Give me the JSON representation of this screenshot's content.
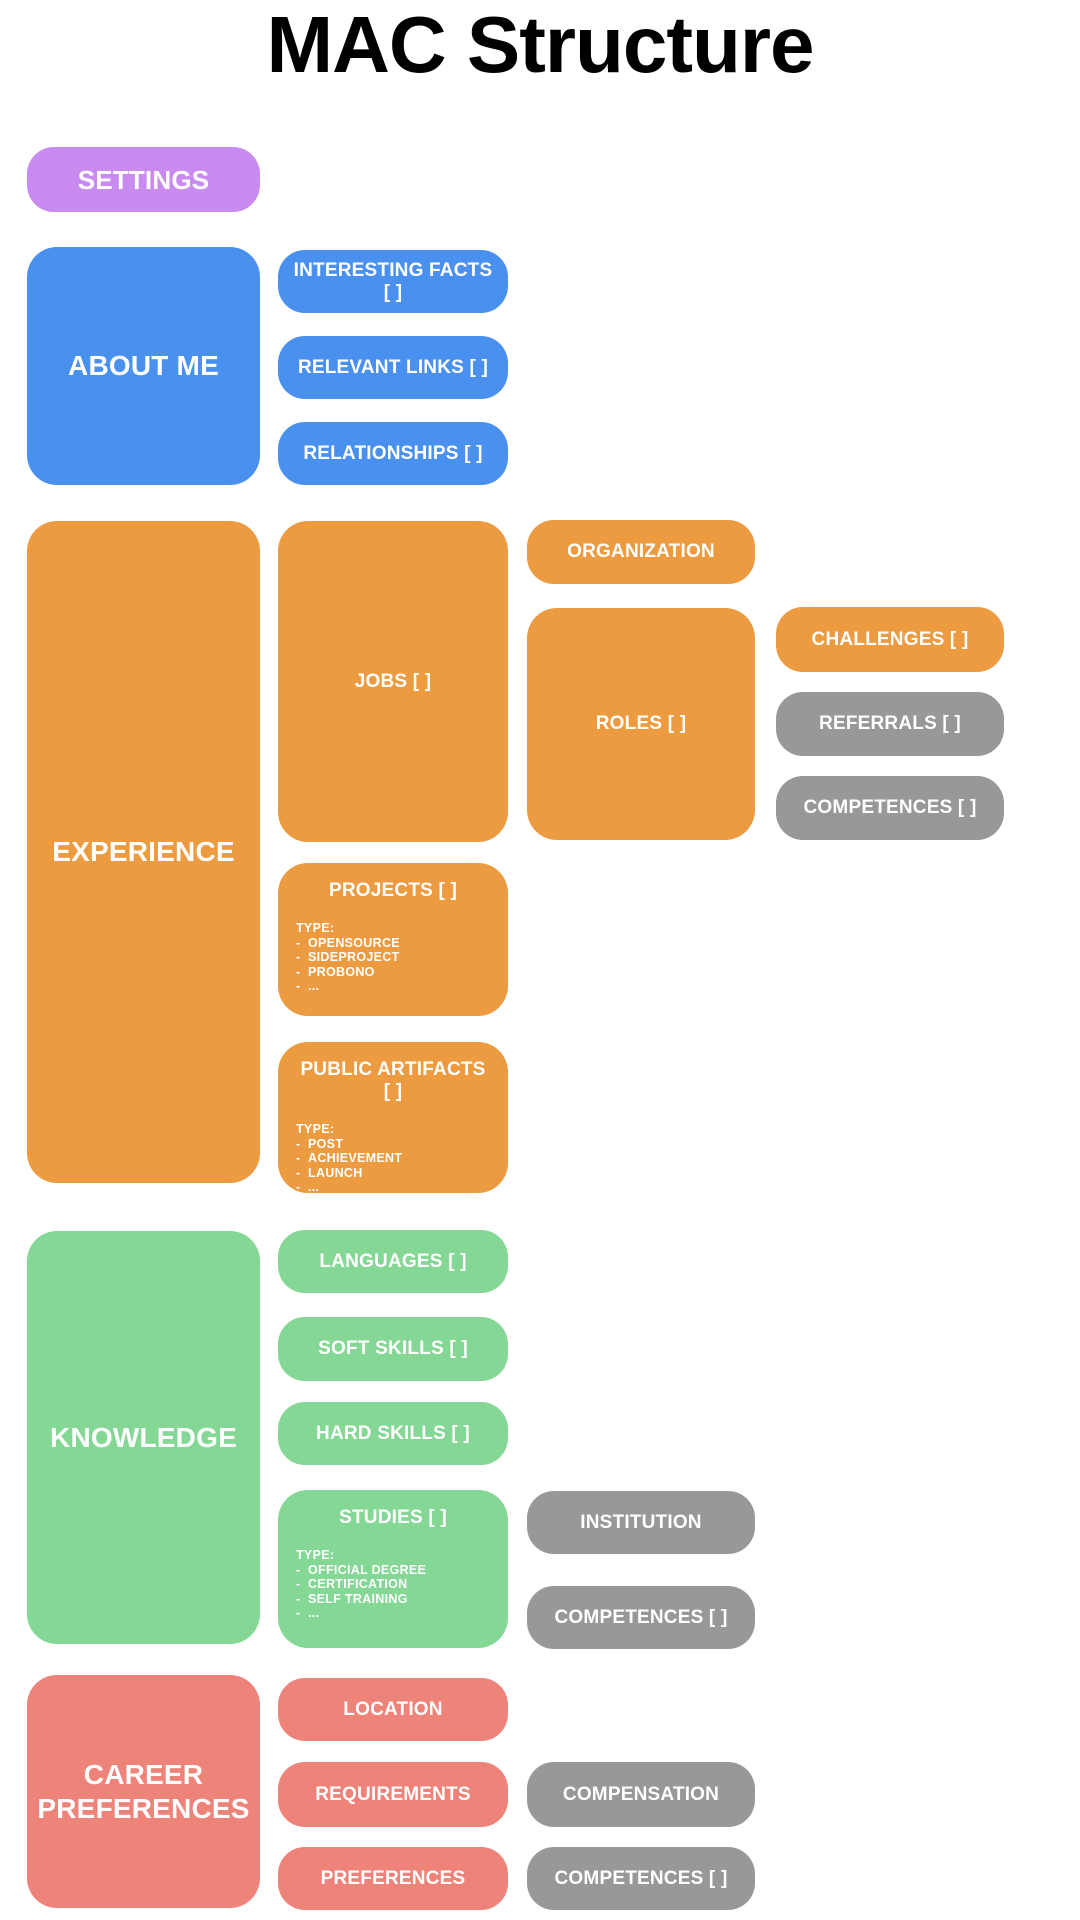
{
  "page": {
    "title": "MAC Structure"
  },
  "palette": {
    "purple": "#C98BF0",
    "blue": "#4A91EF",
    "orange": "#EC9B40",
    "green": "#84D794",
    "salmon": "#ED8379",
    "gray": "#989898",
    "label_text": "#FFFFFF",
    "title_text": "#000000"
  },
  "sections": {
    "settings": {
      "label": "SETTINGS"
    },
    "about_me": {
      "label": "ABOUT ME",
      "interesting_facts": {
        "label": "INTERESTING FACTS [ ]"
      },
      "relevant_links": {
        "label": "RELEVANT LINKS [ ]"
      },
      "relationships": {
        "label": "RELATIONSHIPS [ ]"
      }
    },
    "experience": {
      "label": "EXPERIENCE",
      "jobs": {
        "label": "JOBS [ ]",
        "organization": {
          "label": "ORGANIZATION"
        },
        "roles": {
          "label": "ROLES [ ]",
          "challenges": {
            "label": "CHALLENGES [ ]"
          },
          "referrals": {
            "label": "REFERRALS [ ]"
          },
          "competences": {
            "label": "COMPETENCES [ ]"
          }
        }
      },
      "projects": {
        "label": "PROJECTS [ ]",
        "type_heading": "TYPE:",
        "types": [
          "OPENSOURCE",
          "SIDEPROJECT",
          "PROBONO",
          "..."
        ]
      },
      "public_artifacts": {
        "label": "PUBLIC ARTIFACTS [ ]",
        "type_heading": "TYPE:",
        "types": [
          "POST",
          "ACHIEVEMENT",
          "LAUNCH",
          "..."
        ]
      }
    },
    "knowledge": {
      "label": "KNOWLEDGE",
      "languages": {
        "label": "LANGUAGES [ ]"
      },
      "soft_skills": {
        "label": "SOFT SKILLS [ ]"
      },
      "hard_skills": {
        "label": "HARD SKILLS [ ]"
      },
      "studies": {
        "label": "STUDIES [ ]",
        "type_heading": "TYPE:",
        "types": [
          "OFFICIAL DEGREE",
          "CERTIFICATION",
          "SELF TRAINING",
          "..."
        ],
        "institution": {
          "label": "INSTITUTION"
        },
        "competences": {
          "label": "COMPETENCES [ ]"
        }
      }
    },
    "career_preferences": {
      "label": "CAREER PREFERENCES",
      "location": {
        "label": "LOCATION"
      },
      "requirements": {
        "label": "REQUIREMENTS",
        "compensation": {
          "label": "COMPENSATION"
        }
      },
      "preferences": {
        "label": "PREFERENCES",
        "competences": {
          "label": "COMPETENCES [ ]"
        }
      }
    }
  }
}
